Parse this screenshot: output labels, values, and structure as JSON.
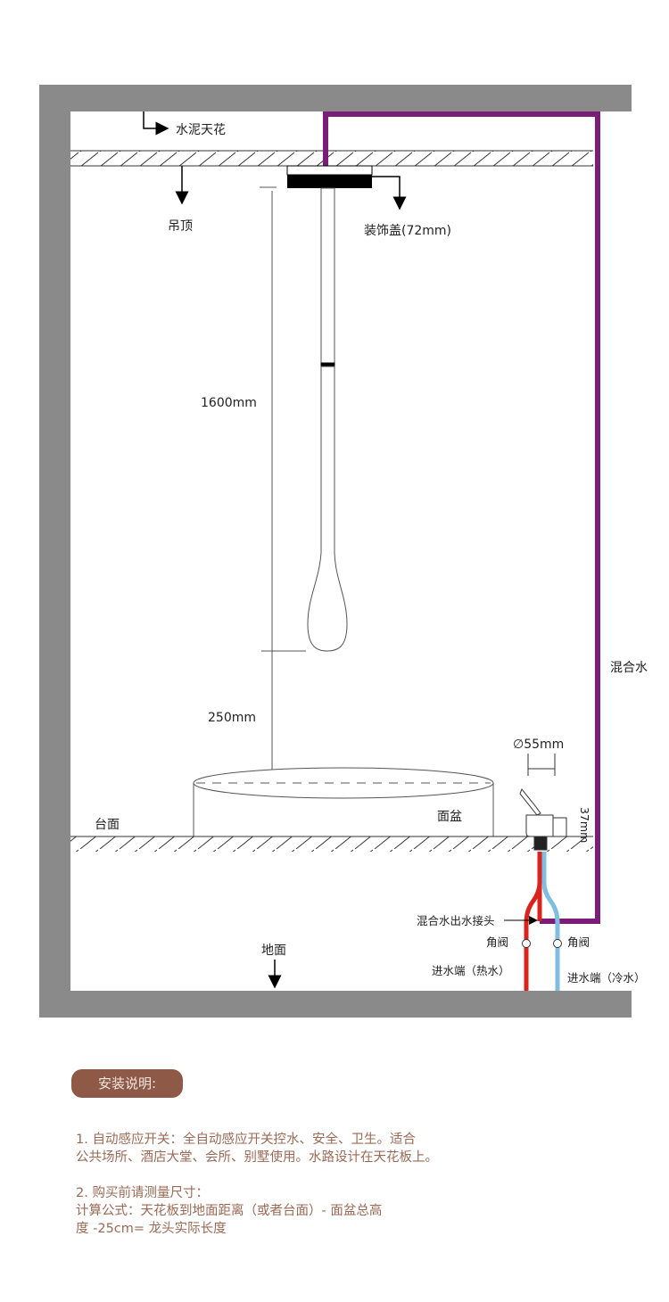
{
  "diagram": {
    "labels": {
      "cement_ceiling": "水泥天花",
      "suspended_ceiling": "吊顶",
      "canopy": "装饰盖(72mm)",
      "len_1600": "1600mm",
      "len_250": "250mm",
      "mixed_water": "混合水",
      "diameter": "∅55mm",
      "height_37": "37mm",
      "countertop": "台面",
      "basin": "面盆",
      "mixed_outlet": "混合水出水接头",
      "angle_valve_left": "角阀",
      "angle_valve_right": "角阀",
      "floor": "地面",
      "inlet_hot": "进水端（热水）",
      "inlet_cold": "进水端（冷水）"
    },
    "colors": {
      "wall": "#8a8a8a",
      "mixed_pipe": "#7a1c78",
      "hot_pipe": "#d9231d",
      "cold_pipe": "#7fbde3"
    }
  },
  "instructions": {
    "title": "安装说明:",
    "item1_line1": "1. 自动感应开关：全自动感应开关控水、安全、卫生。适合",
    "item1_line2": "公共场所、酒店大堂、会所、别墅使用。水路设计在天花板上。",
    "item2_line1": "2. 购买前请测量尺寸：",
    "item2_line2": "计算公式：天花板到地面距离（或者台面）- 面盆总高",
    "item2_line3": "度 -25cm= 龙头实际长度"
  }
}
